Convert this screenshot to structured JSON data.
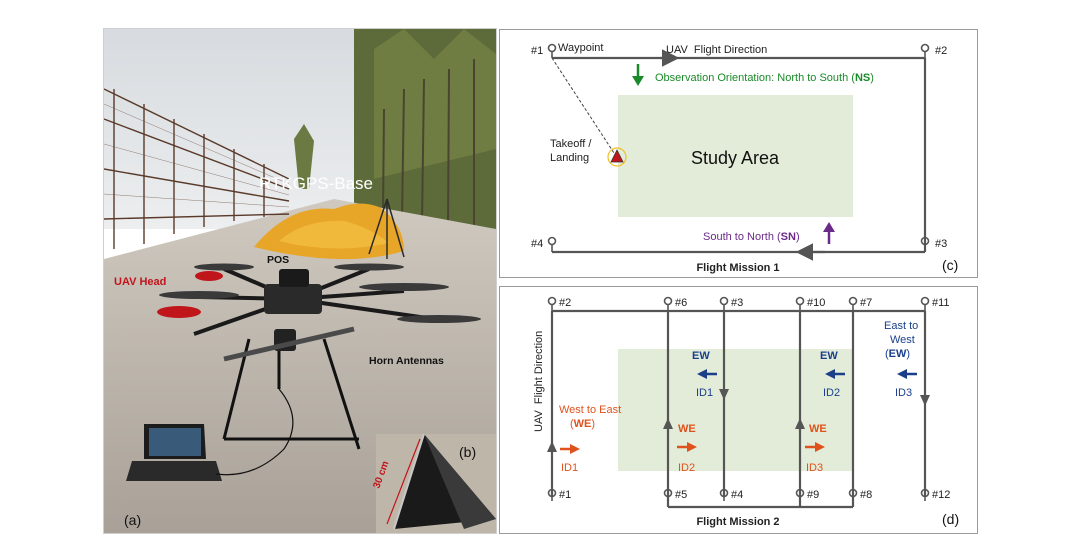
{
  "photo": {
    "base_label": "RTKGPS-Base",
    "pos_label": "POS",
    "uav_head_label": "UAV Head",
    "antennas_label": "Horn Antennas",
    "size_label": "30 cm",
    "panel_a": "(a)",
    "panel_b": "(b)",
    "colors": {
      "uav_head": "#c0151b",
      "sky": "#dde2e6",
      "corn": "#e8a628",
      "ground": "#b9b2a8"
    }
  },
  "mission1": {
    "panel_label": "(c)",
    "title": "Flight Mission 1",
    "waypoint_label": "Waypoint",
    "direction_label": "UAV  Flight Direction",
    "obs_label_prefix": "Observation Orientation: North to South (",
    "obs_label_bold": "NS",
    "obs_label_suffix": ")",
    "sn_label_prefix": "South to North (",
    "sn_label_bold": "SN",
    "sn_label_suffix": ")",
    "takeoff_line1": "Takeoff /",
    "takeoff_line2": "Landing",
    "study_area": "Study Area",
    "wp1": "#1",
    "wp2": "#2",
    "wp3": "#3",
    "wp4": "#4",
    "colors": {
      "ns": "#1a8a2a",
      "sn": "#6a2a8a",
      "area": "#e2ecd8",
      "path": "#555555"
    }
  },
  "mission2": {
    "panel_label": "(d)",
    "title": "Flight Mission 2",
    "direction_label": "UAV  Flight Direction",
    "we_line1": "West to East",
    "we_line2_prefix": "(",
    "we_bold": "WE",
    "we_line2_suffix": ")",
    "ew_line1": "East to",
    "ew_line2": "West",
    "ew_line3_prefix": "(",
    "ew_bold": "EW",
    "ew_line3_suffix": ")",
    "we_tag": "WE",
    "ew_tag": "EW",
    "id1": "ID1",
    "id2": "ID2",
    "id3": "ID3",
    "wp1": "#1",
    "wp2": "#2",
    "wp3": "#3",
    "wp4": "#4",
    "wp5": "#5",
    "wp6": "#6",
    "wp7": "#7",
    "wp8": "#8",
    "wp9": "#9",
    "wp10": "#10",
    "wp11": "#11",
    "wp12": "#12",
    "colors": {
      "we": "#e0521c",
      "ew": "#1a3f8a",
      "area": "#e2ecd8",
      "path": "#555555"
    }
  }
}
